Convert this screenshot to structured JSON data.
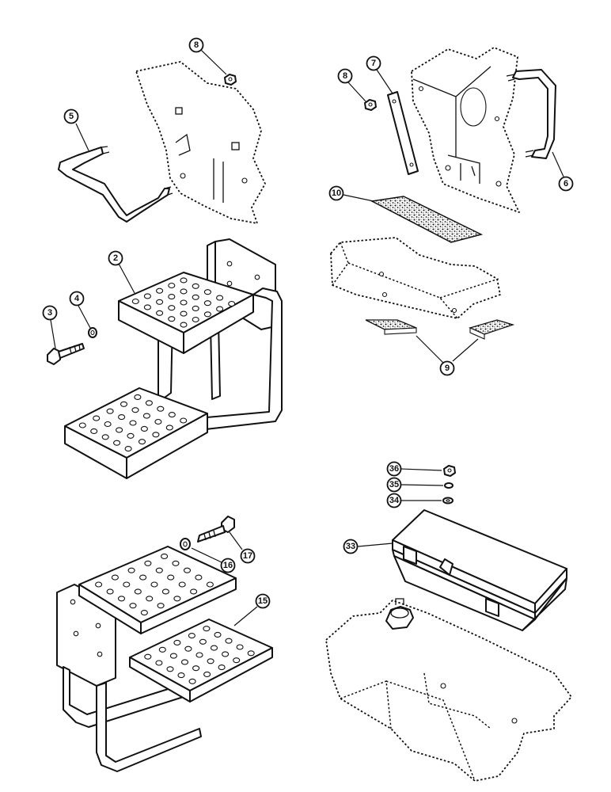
{
  "callouts": {
    "c8a": "8",
    "c8b": "8",
    "c7": "7",
    "c5": "5",
    "c6": "6",
    "c10": "10",
    "c2": "2",
    "c3": "3",
    "c4": "4",
    "c9": "9",
    "c36": "36",
    "c35": "35",
    "c34": "34",
    "c33": "33",
    "c17": "17",
    "c16": "16",
    "c15": "15"
  }
}
